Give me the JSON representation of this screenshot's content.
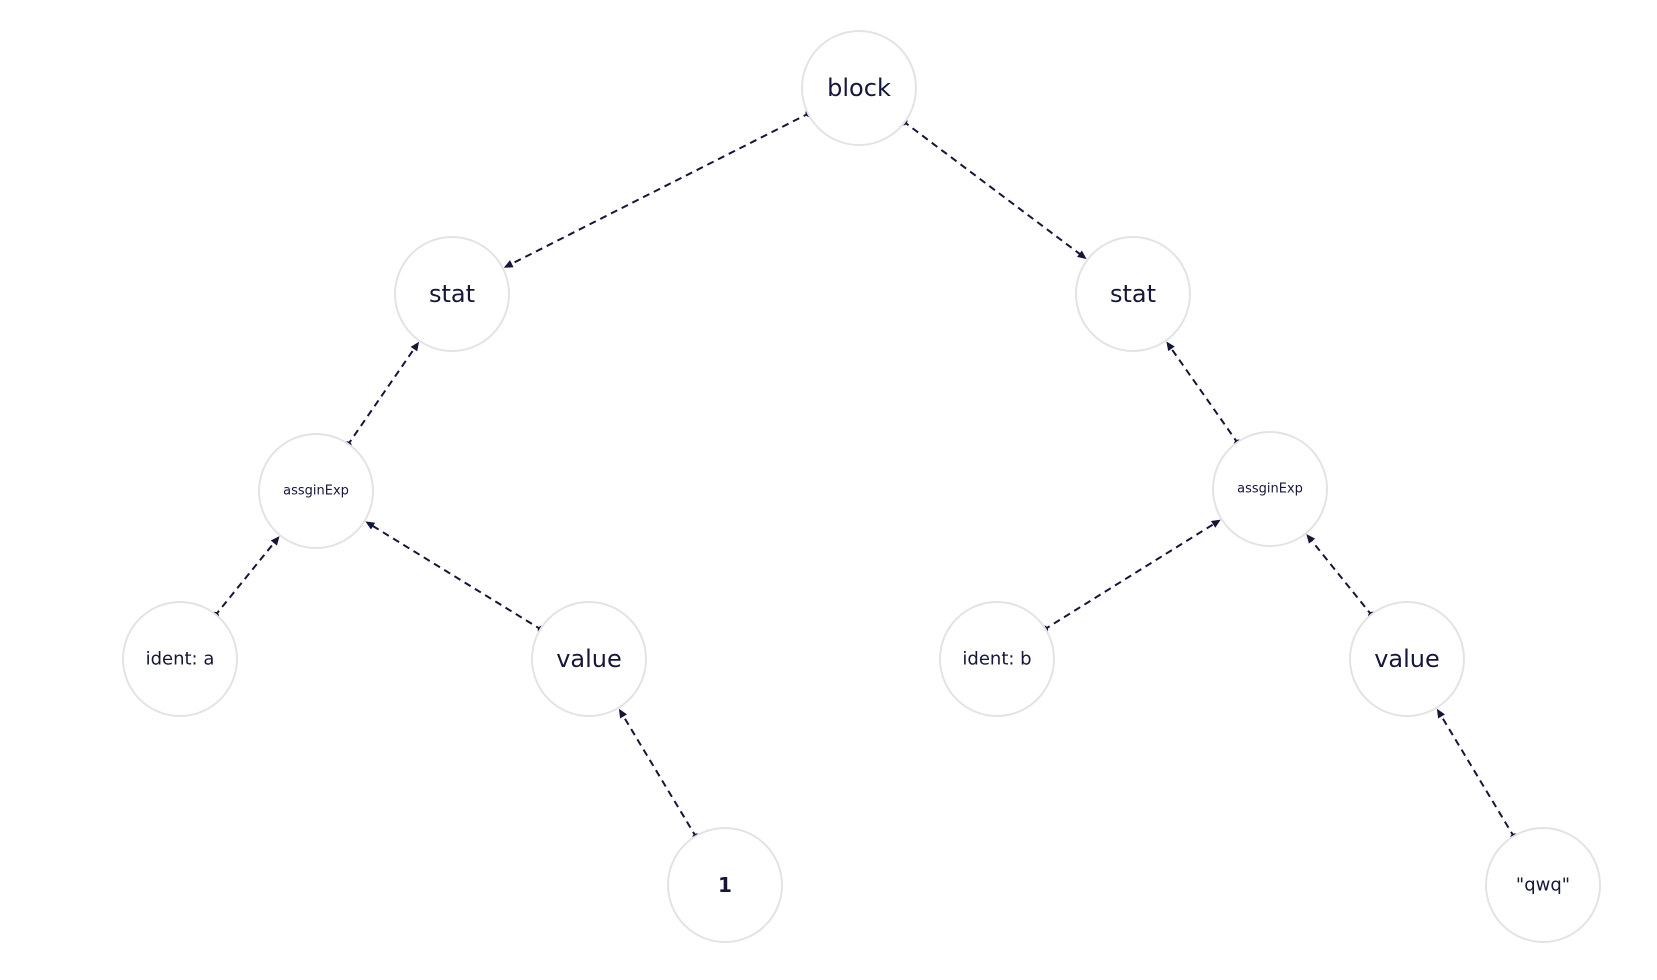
{
  "diagram": {
    "colors": {
      "line": "#15163a",
      "node_border": "#e3e3e6",
      "node_fill": "#ffffff",
      "text": "#15163a"
    },
    "nodes": [
      {
        "id": "block",
        "label": "block"
      },
      {
        "id": "stat_left",
        "label": "stat"
      },
      {
        "id": "stat_right",
        "label": "stat"
      },
      {
        "id": "assign_left",
        "label": "assginExp"
      },
      {
        "id": "assign_right",
        "label": "assginExp"
      },
      {
        "id": "ident_a",
        "label": "ident: a"
      },
      {
        "id": "value_left",
        "label": "value"
      },
      {
        "id": "ident_b",
        "label": "ident: b"
      },
      {
        "id": "value_right",
        "label": "value"
      },
      {
        "id": "literal_1",
        "label": "1"
      },
      {
        "id": "literal_qwq",
        "label": "\"qwq\""
      }
    ],
    "edges": [
      {
        "from": "block",
        "to": "stat_left"
      },
      {
        "from": "block",
        "to": "stat_right"
      },
      {
        "from": "assign_left",
        "to": "stat_left"
      },
      {
        "from": "assign_right",
        "to": "stat_right"
      },
      {
        "from": "ident_a",
        "to": "assign_left"
      },
      {
        "from": "value_left",
        "to": "assign_left"
      },
      {
        "from": "ident_b",
        "to": "assign_right"
      },
      {
        "from": "value_right",
        "to": "assign_right"
      },
      {
        "from": "literal_1",
        "to": "value_left"
      },
      {
        "from": "literal_qwq",
        "to": "value_right"
      }
    ]
  }
}
